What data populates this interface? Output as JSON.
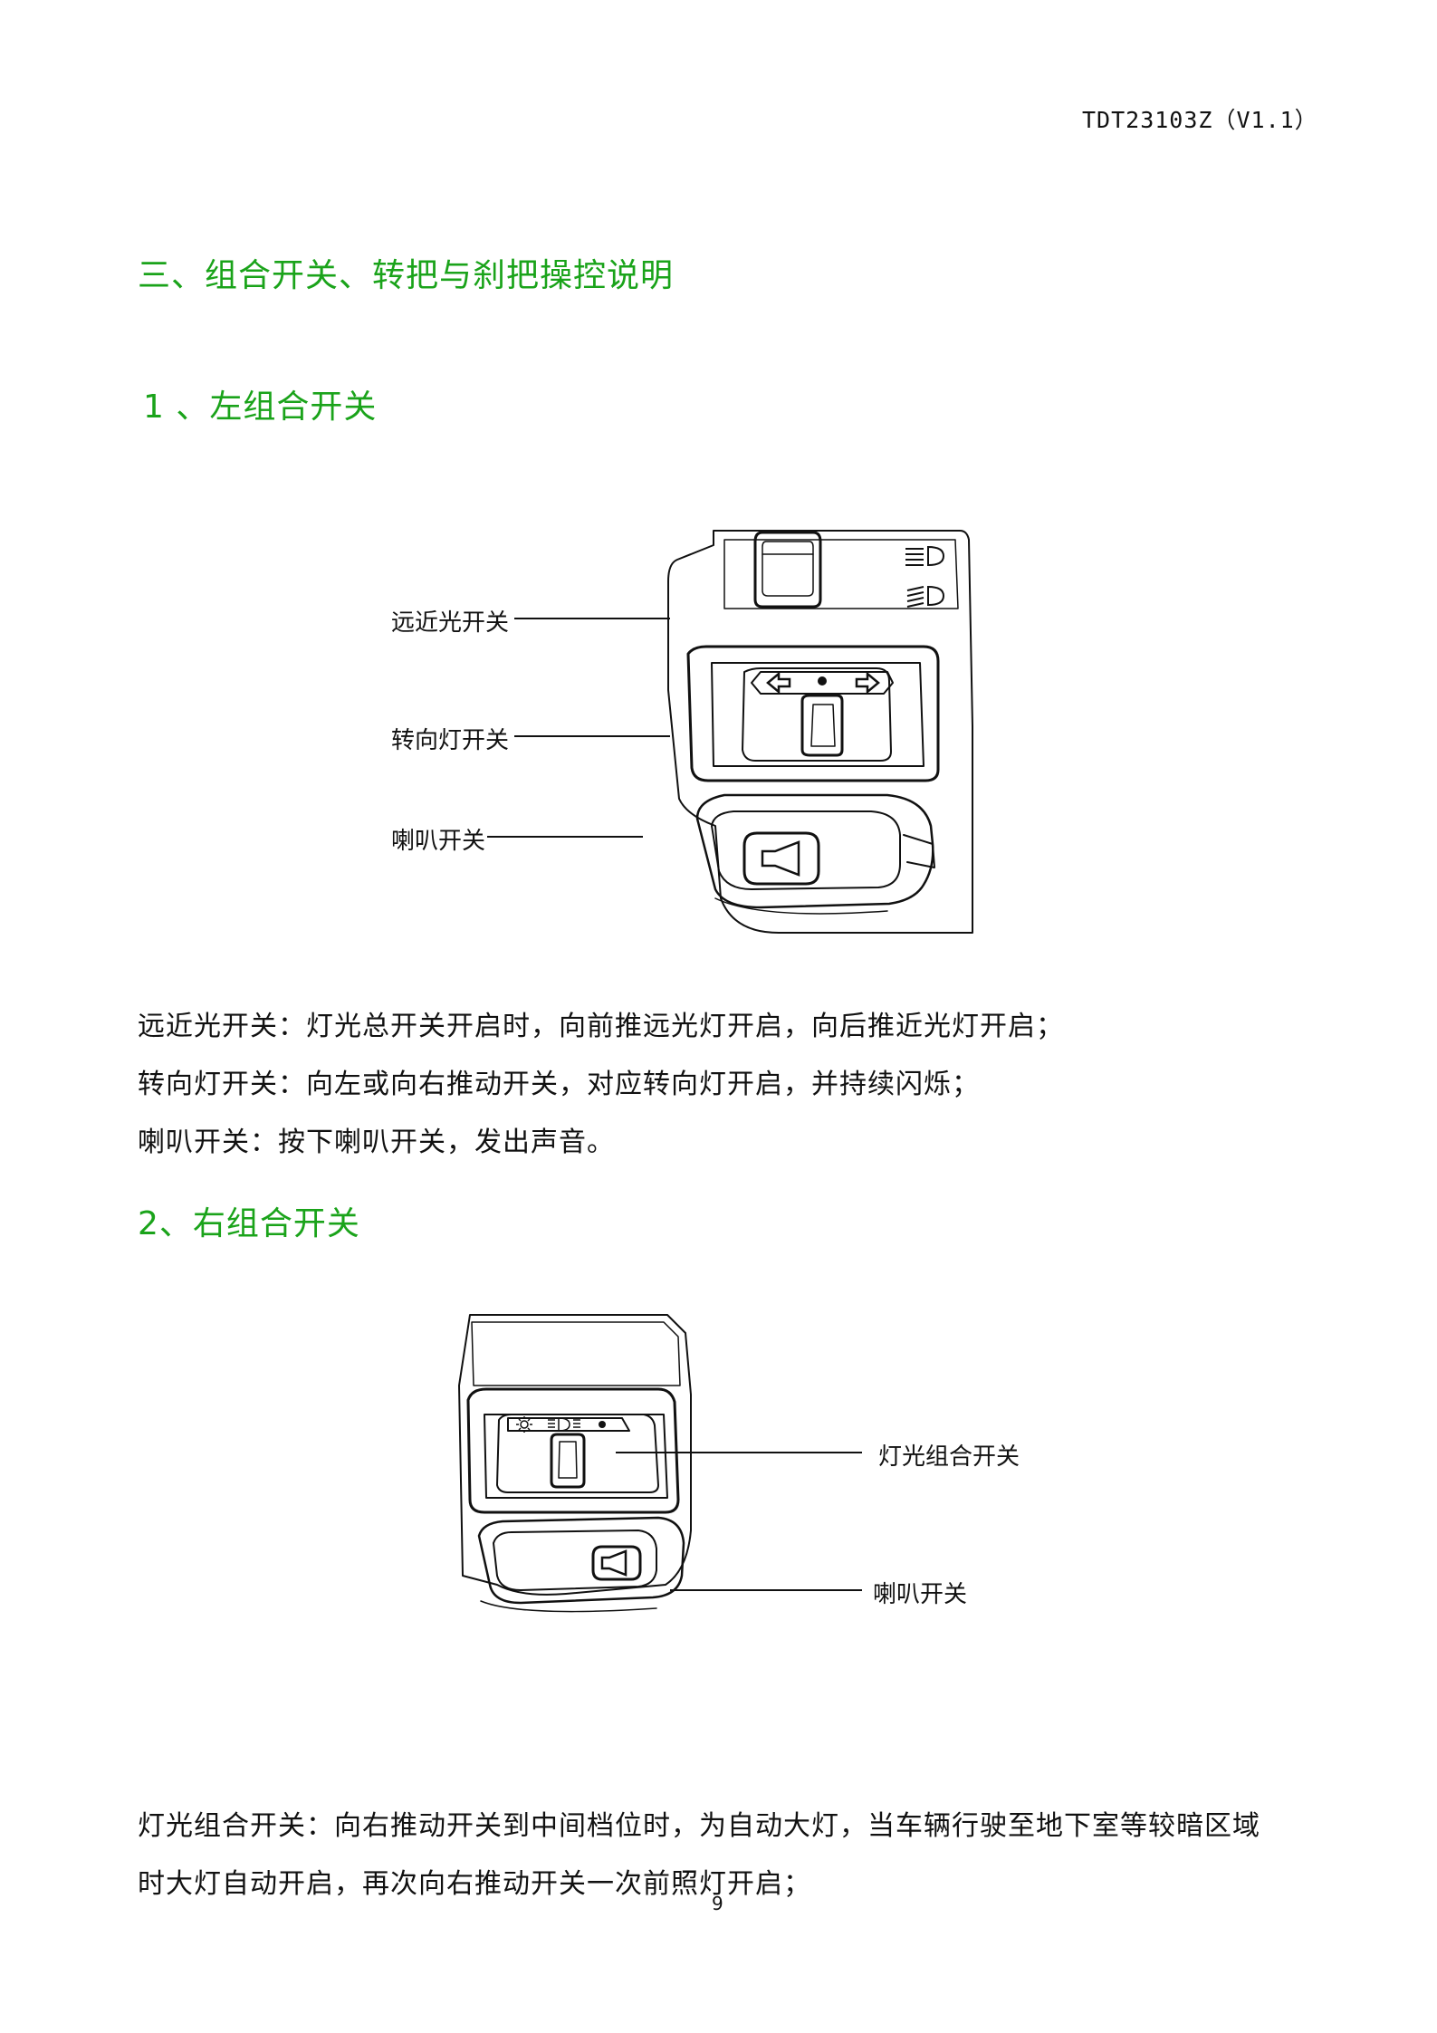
{
  "header": {
    "doc_code": "TDT23103Z（V1.1）"
  },
  "section": {
    "title": "三、组合开关、转把与刹把操控说明"
  },
  "left_switch": {
    "heading": "1 、左组合开关",
    "labels": {
      "dimmer": "远近光开关",
      "turn": "转向灯开关",
      "horn": "喇叭开关"
    },
    "descriptions": [
      "远近光开关：灯光总开关开启时，向前推远光灯开启，向后推近光灯开启；",
      "转向灯开关：向左或向右推动开关，对应转向灯开启，并持续闪烁；",
      "喇叭开关：按下喇叭开关，发出声音。"
    ]
  },
  "right_switch": {
    "heading": "2、右组合开关",
    "labels": {
      "light_combo": "灯光组合开关",
      "horn": "喇叭开关"
    },
    "descriptions": [
      "灯光组合开关：向右推动开关到中间档位时，为自动大灯，当车辆行驶至地下室等较暗区域",
      "时大灯自动开启，再次向右推动开关一次前照灯开启；"
    ]
  },
  "footer": {
    "page_number": "9"
  },
  "colors": {
    "heading": "#1aa31a",
    "text": "#111111"
  },
  "icons": [
    "high-beam-icon",
    "low-beam-icon",
    "arrow-left-icon",
    "arrow-right-icon",
    "horn-icon",
    "sun-icon",
    "auto-light-icon"
  ]
}
